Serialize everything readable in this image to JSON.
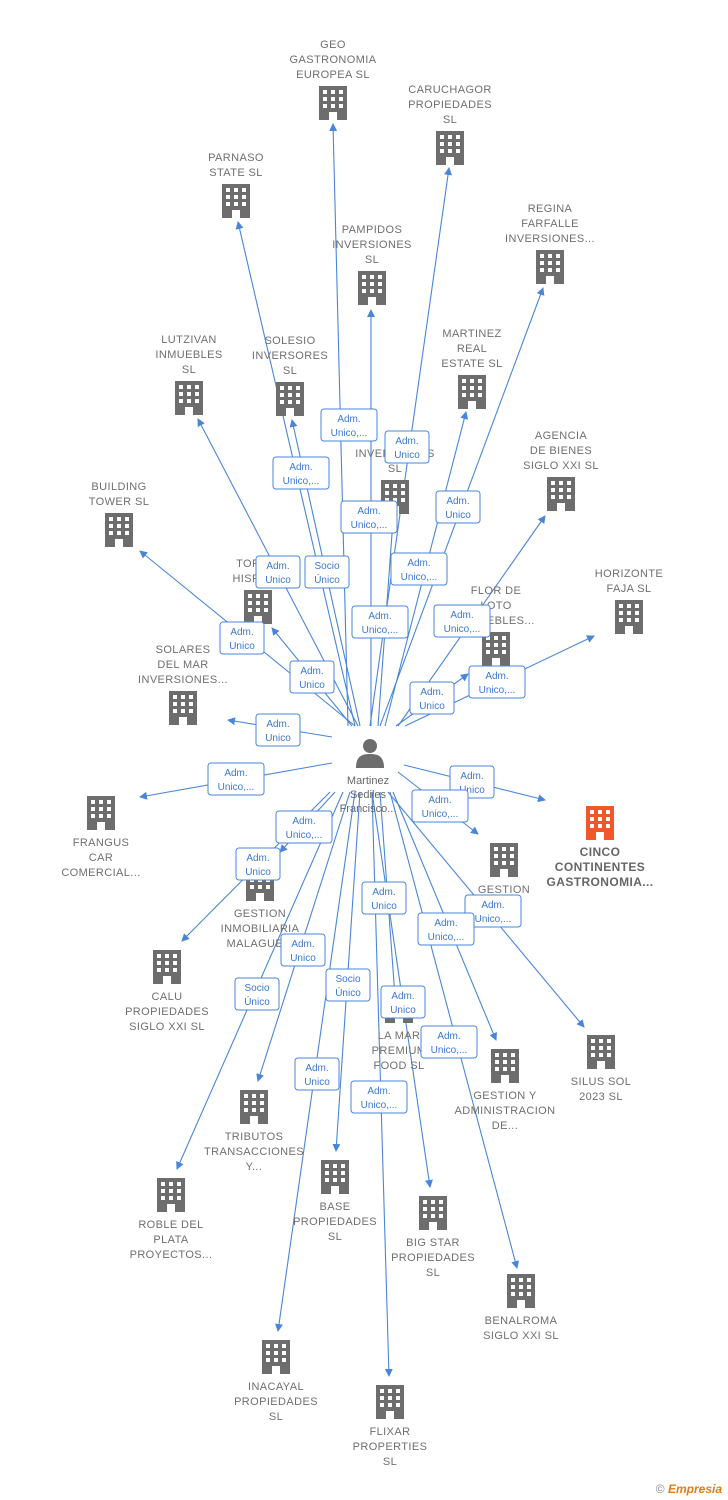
{
  "center": {
    "label": [
      "Martinez",
      "Sediles",
      "Francisco..."
    ]
  },
  "nodes": [
    {
      "id": "geo",
      "label": [
        "GEO",
        "GASTRONOMIA",
        "EUROPEA  SL"
      ]
    },
    {
      "id": "caruchagor",
      "label": [
        "CARUCHAGOR",
        "PROPIEDADES",
        "SL"
      ]
    },
    {
      "id": "parnaso",
      "label": [
        "PARNASO",
        "STATE  SL"
      ]
    },
    {
      "id": "pampidos",
      "label": [
        "PAMPIDOS",
        "INVERSIONES",
        "SL"
      ]
    },
    {
      "id": "regina",
      "label": [
        "REGINA",
        "FARFALLE",
        "INVERSIONES..."
      ]
    },
    {
      "id": "lutzivan",
      "label": [
        "LUTZIVAN",
        "INMUEBLES",
        "SL"
      ]
    },
    {
      "id": "solesio",
      "label": [
        "SOLESIO",
        "INVERSORES",
        "SL"
      ]
    },
    {
      "id": "martinez_real",
      "label": [
        "MARTINEZ",
        "REAL",
        "ESTATE  SL"
      ]
    },
    {
      "id": "agencia",
      "label": [
        "AGENCIA",
        "DE BIENES",
        "SIGLO XXI  SL"
      ]
    },
    {
      "id": "building",
      "label": [
        "BUILDING",
        "TOWER  SL"
      ]
    },
    {
      "id": "inversiones_mid",
      "label": [
        "L",
        "INVERSIONES",
        "SL"
      ]
    },
    {
      "id": "top",
      "label": [
        "TOP L...",
        "HISPAL..."
      ]
    },
    {
      "id": "flor",
      "label": [
        "FLOR DE",
        "LOTO",
        "INMUEBLES..."
      ]
    },
    {
      "id": "horizonte",
      "label": [
        "HORIZONTE",
        "FAJA  SL"
      ]
    },
    {
      "id": "solares",
      "label": [
        "SOLARES",
        "DEL MAR",
        "INVERSIONES..."
      ]
    },
    {
      "id": "frangus",
      "label": [
        "FRANGUS",
        "CAR",
        "COMERCIAL..."
      ]
    },
    {
      "id": "cinco",
      "label": [
        "CINCO",
        "CONTINENTES",
        "GASTRONOMIA..."
      ]
    },
    {
      "id": "gestion_right",
      "label": [
        "GESTION",
        "...",
        "...S..."
      ]
    },
    {
      "id": "gestion_inmob",
      "label": [
        "GESTION",
        "INMOBILIARIA",
        "MALAGUE..."
      ]
    },
    {
      "id": "calu",
      "label": [
        "CALU",
        "PROPIEDADES",
        "SIGLO XXI  SL"
      ]
    },
    {
      "id": "lamar",
      "label": [
        "LA MAR",
        "PREMIUM",
        "FOOD  SL"
      ]
    },
    {
      "id": "silus",
      "label": [
        "SILUS SOL",
        "2023  SL"
      ]
    },
    {
      "id": "gestion_admin",
      "label": [
        "GESTION Y",
        "ADMINISTRACION",
        "DE..."
      ]
    },
    {
      "id": "tributos",
      "label": [
        "TRIBUTOS",
        "TRANSACCIONES",
        "Y..."
      ]
    },
    {
      "id": "roble",
      "label": [
        "ROBLE DEL",
        "PLATA",
        "PROYECTOS..."
      ]
    },
    {
      "id": "base",
      "label": [
        "BASE",
        "PROPIEDADES",
        "SL"
      ]
    },
    {
      "id": "bigstar",
      "label": [
        "BIG STAR",
        "PROPIEDADES",
        "SL"
      ]
    },
    {
      "id": "benalroma",
      "label": [
        "BENALROMA",
        "SIGLO XXI  SL"
      ]
    },
    {
      "id": "inacayal",
      "label": [
        "INACAYAL",
        "PROPIEDADES",
        "SL"
      ]
    },
    {
      "id": "flixar",
      "label": [
        "FLIXAR",
        "PROPERTIES",
        "SL"
      ]
    }
  ],
  "edge_labels": [
    [
      "Adm.",
      "Unico,..."
    ],
    [
      "Adm.",
      "Unico"
    ],
    [
      "Adm.",
      "Unico,..."
    ],
    [
      "Adm.",
      "Unico,..."
    ],
    [
      "Adm.",
      "Unico"
    ],
    [
      "Adm.",
      "Unico"
    ],
    [
      "Socio",
      "Único"
    ],
    [
      "Adm.",
      "Unico,..."
    ],
    [
      "Adm.",
      "Unico,..."
    ],
    [
      "Adm.",
      "Unico,..."
    ],
    [
      "Adm.",
      "Unico"
    ],
    [
      "Adm.",
      "Unico"
    ],
    [
      "Adm.",
      "Unico"
    ],
    [
      "Adm.",
      "Unico,..."
    ],
    [
      "Adm.",
      "Unico"
    ],
    [
      "Adm.",
      "Unico,..."
    ],
    [
      "Adm.",
      "Unico"
    ],
    [
      "Adm.",
      "Unico,..."
    ],
    [
      "Adm.",
      "Unico,..."
    ],
    [
      "Adm.",
      "Unico"
    ],
    [
      "Adm.",
      "Unico"
    ],
    [
      "Adm.",
      "Unico,..."
    ],
    [
      "Adm.",
      "Unico,..."
    ],
    [
      "Adm.",
      "Unico"
    ],
    [
      "Socio",
      "Único"
    ],
    [
      "Socio",
      "Único"
    ],
    [
      "Adm.",
      "Unico"
    ],
    [
      "Adm.",
      "Unico,..."
    ],
    [
      "Adm.",
      "Unico"
    ],
    [
      "Adm.",
      "Unico,..."
    ]
  ],
  "colors": {
    "building": "#6d6d6d",
    "highlight": "#f0582a",
    "edge": "#4a86d8",
    "person": "#6d6d6d"
  },
  "footer": {
    "copyright": "©",
    "brand": "Empresia"
  }
}
